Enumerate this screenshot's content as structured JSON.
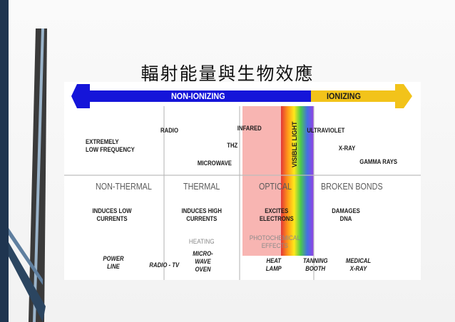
{
  "slide": {
    "title": "輻射能量與生物效應"
  },
  "colors": {
    "non_ionizing": "#1515d9",
    "ionizing": "#f2c31a",
    "optical_band": "#f7a8a4"
  },
  "banner": {
    "non_ionizing": "NON-IONIZING",
    "ionizing": "IONIZING"
  },
  "spectrum": {
    "elf": "EXTREMELY\nLOW FREQUENCY",
    "radio": "RADIO",
    "microwave": "MICROWAVE",
    "thz": "THZ",
    "infared": "INFARED",
    "visible": "VISIBLE LIGHT",
    "ultraviolet": "ULTRAVIOLET",
    "xray": "X-RAY",
    "gamma": "GAMMA RAYS"
  },
  "categories": {
    "non_thermal": "NON-THERMAL",
    "thermal": "THERMAL",
    "optical": "OPTICAL",
    "broken_bonds": "BROKEN BONDS"
  },
  "effects": {
    "induces_low": "INDUCES LOW\nCURRENTS",
    "induces_high": "INDUCES HIGH\nCURRENTS",
    "heating": "HEATING",
    "excites": "EXCITES\nELECTRONS",
    "photochemical": "PHOTOCHEMICAL\nEFFECTS",
    "damages": "DAMAGES\nDNA"
  },
  "examples": {
    "power_line": "POWER\nLINE",
    "radio_tv": "RADIO - TV",
    "microwave_oven": "MICRO-\nWAVE\nOVEN",
    "heat_lamp": "HEAT\nLAMP",
    "tanning_booth": "TANNING\nBOOTH",
    "medical_xray": "MEDICAL\nX-RAY"
  }
}
